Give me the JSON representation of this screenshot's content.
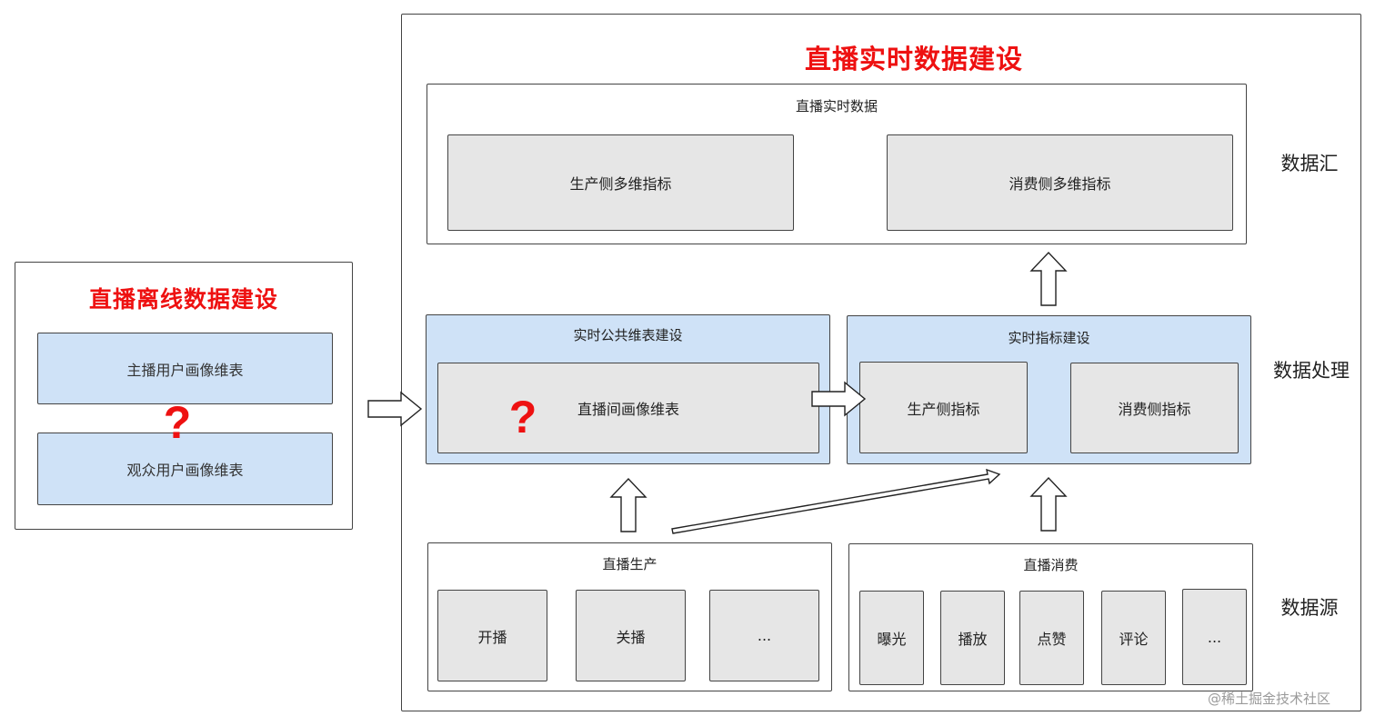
{
  "offline": {
    "title": "直播离线数据建设",
    "tables": [
      "主播用户画像维表",
      "观众用户画像维表"
    ],
    "question_mark": "?"
  },
  "realtime": {
    "title": "直播实时数据建设",
    "sink": {
      "title": "直播实时数据",
      "items": [
        "生产侧多维指标",
        "消费侧多维指标"
      ]
    },
    "dimension": {
      "title": "实时公共维表建设",
      "item": "直播间画像维表",
      "question_mark": "?"
    },
    "metrics": {
      "title": "实时指标建设",
      "items": [
        "生产侧指标",
        "消费侧指标"
      ]
    },
    "production": {
      "title": "直播生产",
      "items": [
        "开播",
        "关播",
        "..."
      ]
    },
    "consumption": {
      "title": "直播消费",
      "items": [
        "曝光",
        "播放",
        "点赞",
        "评论",
        "..."
      ]
    }
  },
  "layers": {
    "sink": "数据汇",
    "processing": "数据处理",
    "source": "数据源"
  },
  "watermark": "@稀土掘金技术社区"
}
